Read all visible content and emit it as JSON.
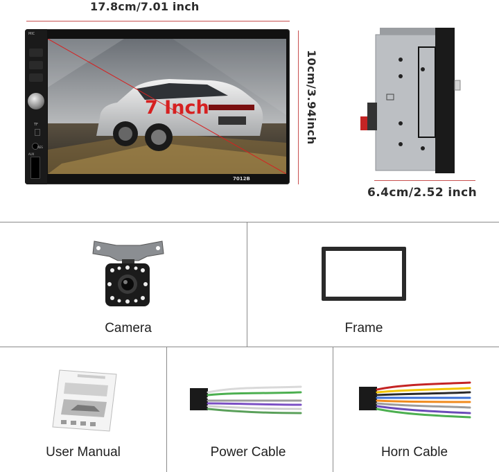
{
  "dimensions": {
    "width": "17.8cm/7.01 inch",
    "height": "10cm/3.94inch",
    "depth": "6.4cm/2.52 inch"
  },
  "product": {
    "screen_label": "7 Inch",
    "model": "7012B",
    "panel_labels": [
      "MIC",
      "TF",
      "RES",
      "AUX"
    ]
  },
  "accessories": [
    {
      "label": "Camera"
    },
    {
      "label": "Frame"
    },
    {
      "label": "User Manual"
    },
    {
      "label": "Power Cable"
    },
    {
      "label": "Horn Cable"
    }
  ],
  "colors": {
    "dimension_line": "#c8504f",
    "screen_label": "#d62020"
  }
}
